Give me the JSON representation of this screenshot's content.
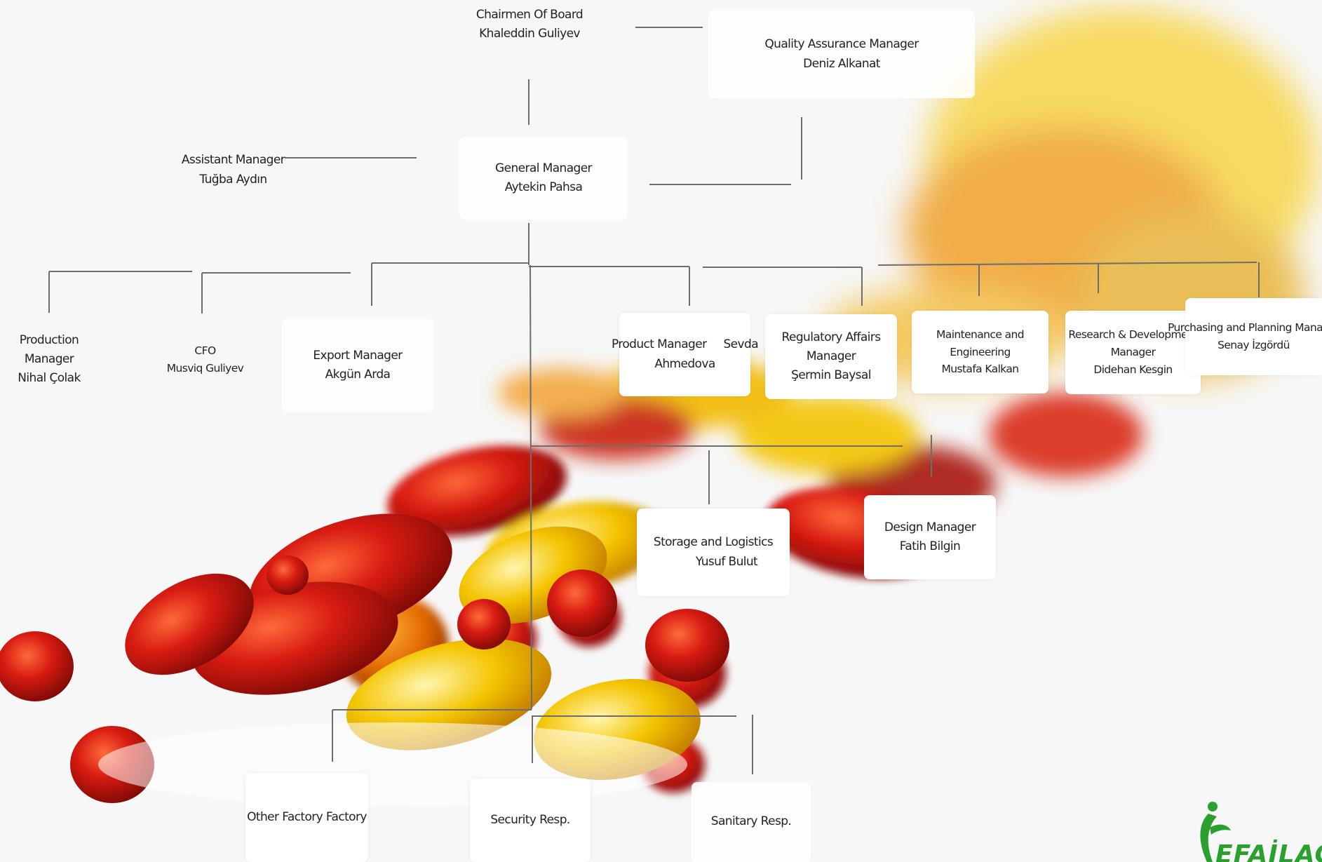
{
  "org_chart": {
    "chairman": {
      "title": "Chairmen Of Board",
      "name": "Khaleddin Guliyev"
    },
    "quality": {
      "title": "Quality Assurance Manager",
      "name": "Deniz  Alkanat"
    },
    "assistant": {
      "title": "Assistant Manager",
      "name": "Tuğba Aydın"
    },
    "general": {
      "title": "General Manager",
      "name": "Aytekin  Pahsa"
    },
    "production": {
      "title": "Production Manager",
      "name": "Nihal Çolak"
    },
    "cfo": {
      "title": "CFO",
      "name": "Musviq  Guliyev"
    },
    "export": {
      "title": "Export Manager",
      "name": "Akgün  Arda"
    },
    "product": {
      "title": "Product Manager     Sevda",
      "name": "Ahmedova"
    },
    "regulatory": {
      "title": "Regulatory Affairs Manager",
      "name": "Şermin Baysal"
    },
    "maintenance": {
      "title": "Maintenance and Engineering",
      "name": "Mustafa Kalkan"
    },
    "research": {
      "line1": "Research & Development",
      "line2": "Manager",
      "name": "Didehan Kesgin"
    },
    "purchasing": {
      "title": "Purchasing and Planning Manager",
      "name": "Senay İzgördü"
    },
    "storage": {
      "title": "Storage and Logistics",
      "name": "Yusuf Bulut"
    },
    "design": {
      "title": "Design Manager",
      "name": "Fatih Bilgin"
    },
    "other_factory": {
      "title": "Other Factory Factory"
    },
    "security": {
      "title": "Security Resp."
    },
    "sanitary": {
      "title": "Sanitary Resp."
    }
  },
  "logo": {
    "text": "EFAİLAÇ"
  },
  "colors": {
    "line": "#6d6d6d",
    "logo_green": "#2aa12f",
    "capsule_red": "#d81b12",
    "capsule_yellow": "#f4c400"
  }
}
